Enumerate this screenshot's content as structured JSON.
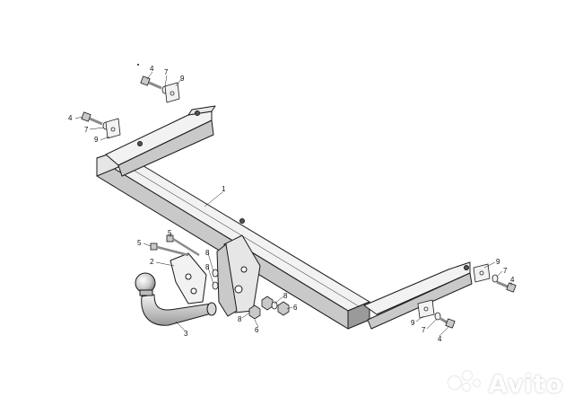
{
  "diagram": {
    "watermark_brand": "Avito",
    "colors": {
      "line": "#1a1a1a",
      "metal_light": "#f2f2f2",
      "metal_mid": "#c9c9c9",
      "metal_dark": "#8a8a8a",
      "ball_highlight": "#ffffff",
      "ball_shade": "#7a7a7a"
    },
    "parts": {
      "cross_beam": "1",
      "mounting_plate": "2",
      "tow_ball": "3",
      "bolt": "4",
      "bolt_long": "5",
      "nut": "6",
      "lock_washer": "7",
      "washer": "8",
      "square_plate": "9"
    },
    "callouts": {
      "top_group": [
        "4",
        "7",
        "9"
      ],
      "upper_left_group": [
        "4",
        "7",
        "9"
      ],
      "beam": "1",
      "bracket_left_group": [
        "5",
        "5",
        "2"
      ],
      "bracket_right_group": [
        "8",
        "8"
      ],
      "nut_group": [
        "8",
        "6",
        "8",
        "6"
      ],
      "ball": "3",
      "right_group": [
        "9",
        "7",
        "4"
      ],
      "lower_right_group": [
        "9",
        "7",
        "4"
      ]
    }
  }
}
